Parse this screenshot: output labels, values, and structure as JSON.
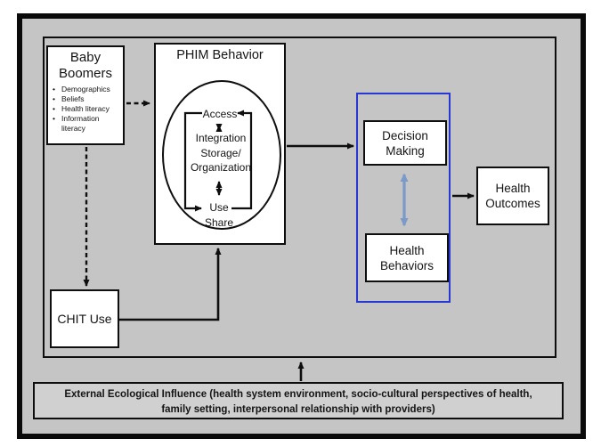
{
  "colors": {
    "diagram_background": "#c5c5c5",
    "box_fill": "#ffffff",
    "line_black": "#0e0e0e",
    "blue_group_border": "#2837d2",
    "blue_arrow": "#7b99c9",
    "external_box_fill": "#d0d0d0"
  },
  "baby_boomers": {
    "title": "Baby Boomers",
    "bullets": [
      "Demographics",
      "Beliefs",
      "Health literacy",
      "Information literacy"
    ]
  },
  "phim": {
    "title": "PHIM Behavior",
    "cycle": {
      "access": "Access",
      "integration_lines": [
        "Integration",
        "Storage/",
        "Organization"
      ],
      "use": "Use",
      "share": "Share"
    }
  },
  "pathway": {
    "decision_making": "Decision Making",
    "health_behaviors": "Health Behaviors"
  },
  "health_outcomes": "Health Outcomes",
  "chit_use": "CHIT Use",
  "external": {
    "line1": "External Ecological Influence  (health system environment, socio-cultural perspectives of health,",
    "line2": "family setting, interpersonal relationship with providers)"
  }
}
